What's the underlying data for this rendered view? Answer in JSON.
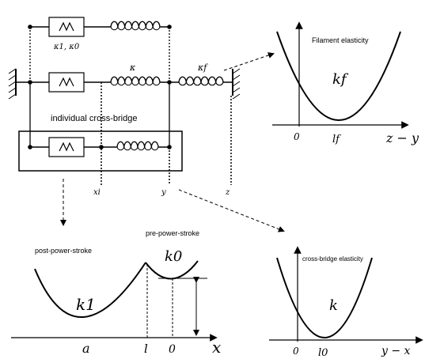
{
  "top_mechanism": {
    "params_label": "κ1, κ0",
    "kappa_label": "κ",
    "kappa_f_label": "κf",
    "cross_bridge_label": "individual cross-bridge",
    "xi_label": "xi",
    "y_label": "y",
    "z_label": "z"
  },
  "filament_plot": {
    "title": "Filament elasticity",
    "curve_label": "kf",
    "tick_zero": "0",
    "tick_lf": "lf",
    "xlabel": "z − y"
  },
  "power_plot": {
    "post_label": "post-power-stroke",
    "pre_label": "pre-power-stroke",
    "k1_label": "k1",
    "k0_label": "k0",
    "tick_a": "a",
    "tick_l": "l",
    "tick_zero": "0",
    "xlabel": "x"
  },
  "crossbridge_plot": {
    "title": "cross-bridge elasticity",
    "curve_label": "k",
    "tick_zero": "0",
    "tick_l0": "l0",
    "xlabel": "y − x"
  }
}
